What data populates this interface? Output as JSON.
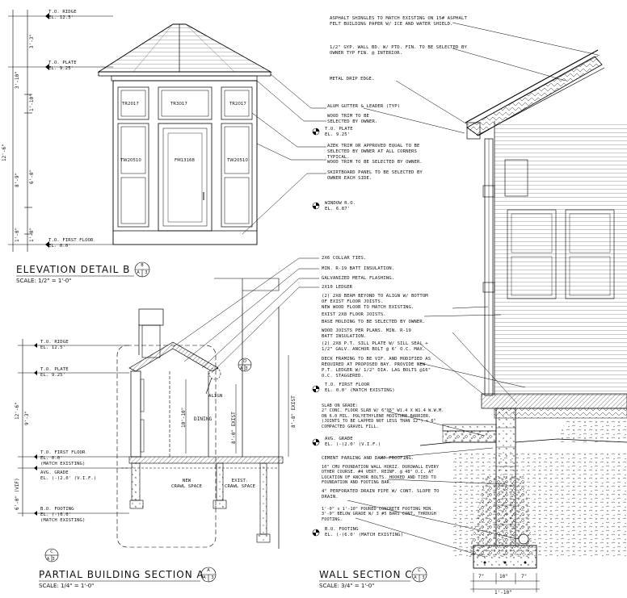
{
  "elevation": {
    "title": "ELEVATION DETAIL B",
    "scale": "SCALE: 1/2\" = 1'-0\"",
    "tag_top": "B",
    "tag_left": "A",
    "tag_right": "3",
    "levels": [
      {
        "name": "T.O. RIDGE",
        "el": "EL. 12.5'"
      },
      {
        "name": "T.O. PLATE",
        "el": "EL. 9.25'"
      },
      {
        "name": "T.O. FIRST FLOOR",
        "el": "EL. 0.0'"
      }
    ],
    "dims": [
      "3'-3\"",
      "1'-10\"",
      "3'-10\"",
      "12'-6\"",
      "6'-0\"",
      "8'-9\"",
      "1'-0\"",
      "1'-0\""
    ],
    "windows": [
      "TR2017",
      "TR3017",
      "TR2017",
      "TW20510",
      "FM13168",
      "TW20510"
    ],
    "notes": [
      "ASPHALT SHINGLES TO MATCH EXISTING ON 15# ASPHALT\nFELT BUILDING PAPER W/ ICE AND WATER SHIELD.",
      "1/2\" GYP. WALL BD. W/ PTD. FIN. TO BE SELECTED BY\nOWNER TYP FIN. @ INTERIOR.",
      "METAL DRIP EDGE.",
      "ALUM GUTTER & LEADER (TYP)",
      "WOOD TRIM TO BE\nSELECTED BY OWNER.",
      "AZEK TRIM OR APPROVED EQUAL TO BE\nSELECTED BY OWNER AT ALL CORNERS\nTYPICAL.",
      "WOOD TRIM TO BE SELECTED BY OWNER.",
      "SKIRTBOARD PANEL TO BE SELECTED BY\nOWNER EACH SIDE."
    ],
    "right_levels": [
      {
        "name": "T.O. PLATE",
        "el": "EL. 9.25'"
      },
      {
        "name": "WINDOW R.O.",
        "el": "EL. 6.87'"
      }
    ]
  },
  "section_a": {
    "title": "PARTIAL BUILDING SECTION A",
    "scale": "SCALE: 1/4\" = 1'-0\"",
    "tag_top": "A",
    "tag_left": "A",
    "tag_right": "3",
    "levels": [
      {
        "name": "T.O. RIDGE",
        "el": "EL. 12.5'"
      },
      {
        "name": "T.O. PLATE",
        "el": "EL. 9.25'"
      },
      {
        "name": "T.O. FIRST FLOOR",
        "el": "EL. 0.0'\n(MATCH EXISTING)"
      },
      {
        "name": "AVG. GRADE",
        "el": "EL. (-)2.0' (V.I.F.)"
      },
      {
        "name": "B.O. FOOTING",
        "el": "EL. (-)6.0'\n(MATCH EXISTING)"
      }
    ],
    "dims": [
      "12'-6\"",
      "9'-3\"",
      "6'-0\" (VIF)",
      "10'-10\"",
      "8'-0\" EXIST",
      "8'-8\" EXIST"
    ],
    "room": "DINING",
    "crawl_new": "NEW\nCRAWL SPACE",
    "crawl_exist": "EXIST.\nCRAWL SPACE",
    "align": "ALIGN",
    "callout_d": "D",
    "callout_c": "C",
    "callout_ref": "A 3"
  },
  "wall_c": {
    "title": "WALL SECTION C",
    "scale": "SCALE: 3/4\" = 1'-0\"",
    "tag_top": "C",
    "tag_left": "A",
    "tag_right": "3",
    "notes": [
      "2X6 COLLAR TIES.",
      "MIN. R-19 BATT INSULATION.",
      "GALVANIZED METAL FLASHING.",
      "2X10 LEDGER",
      "(2) 2X8 BEAM BEYOND TO ALIGN W/ BOTTOM\nOF EXIST FLOOR JOISTS.",
      "NEW WOOD FLOOR TO MATCH EXISTING.",
      "EXIST 2X8 FLOOR JOISTS.",
      "BASE MOLDING TO BE SELECTED BY OWNER.",
      "WOOD JOISTS PER PLANS. MIN. R-19\nBATT INSULATION.",
      "(2) 2X8 P.T. SILL PLATE W/ SILL SEAL +\n1/2\" GALV. ANCHOR BOLT @ 6' O.C. MAX.",
      "DECK FRAMING TO BE VIF. AND MODIFIED AS\nREQUIRED AT PROPOSED BAY. PROVIDE NEW\nP.T. LEDGER W/ 1/2\" DIA. LAG BOLTS @16\"\nO.C. STAGGERED.",
      "SLAB ON GRADE:\n2\" CONC. FLOOR SLAB W/ 6\"X6\" W1.4 X W1.4 W.W.M.\nON 6.0 MIL. POLYETHYLENE MOISTURE BARRIER.\n(JOINTS TO BE LAPPED NOT LESS THAN 12\") + 6\"\nCOMPACTED GRAVEL FILL.",
      "CEMENT PARGING AND DAMP PROOFING.",
      "10\" CMU FOUNDATION WALL HORIZ. DUROWALL EVERY\nOTHER COURSE. #4 VERT. REINF. @ 48\" O.C. AT\nLOCATION OF ANCHOR BOLTS. HOOKED AND TIED TO\nFOUNDATION AND FOOTING BAR.",
      "4\" PERFORATED DRAIN PIPE W/ CONT. SLOPE TO\nDRAIN.",
      "1'-0\" x 1'-10\" POURED CONCRETE FOOTING MIN.\n3'-0\" BELOW GRADE W/ 3 #5 BARS CONT. THROUGH\nFOOTING."
    ],
    "levels": [
      {
        "name": "T.O. FIRST FLOOR",
        "el": "EL. 0.0' (MATCH EXISTING)"
      },
      {
        "name": "AVG. GRADE",
        "el": "EL. (-)2.0' (V.I.F.)"
      },
      {
        "name": "B.O. FOOTING",
        "el": "EL. (-)6.0' (MATCH EXISTING)"
      }
    ],
    "dims": [
      "7\"",
      "10\"",
      "7\"",
      "1'-10\""
    ]
  }
}
